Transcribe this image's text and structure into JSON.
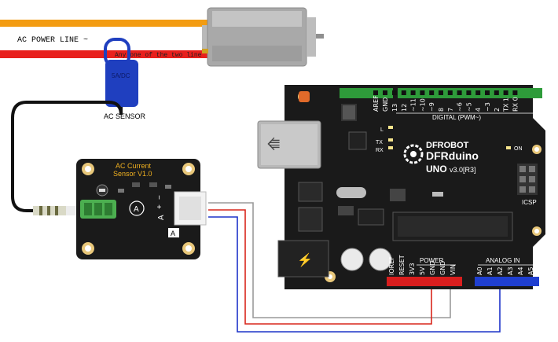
{
  "labels": {
    "ac_power_line": "AC POWER LINE ~",
    "any_one_line": "Any one of the two line",
    "clamp_rating": "5A/DC",
    "ac_sensor": "AC SENSOR"
  },
  "sensor_board": {
    "title_line1": "AC Current",
    "title_line2": "Sensor V1.0",
    "pin_a": "A",
    "pin_plus": "+",
    "pin_minus": "−",
    "signal_label": "A",
    "circle_label": "A"
  },
  "arduino": {
    "brand": "DFROBOT",
    "model": "DFRduino",
    "variant": "UNO",
    "version": "v3.0[R3]",
    "digital_label": "DIGITAL (PWM~)",
    "on_label": "ON",
    "icsp_label": "ICSP",
    "tx_label": "TX",
    "rx_label": "RX",
    "l_label": "L",
    "power_label": "POWER",
    "analog_label": "ANALOG IN",
    "digital_pins": [
      "AREF",
      "GND",
      "13",
      "12",
      "~11",
      "~10",
      "~9",
      "8",
      "7",
      "~6",
      "~5",
      "4",
      "~3",
      "2",
      "TX 1",
      "RX 0"
    ],
    "power_pins": [
      "IOREF",
      "RESET",
      "3V3",
      "5V",
      "GND",
      "GND",
      "VIN"
    ],
    "analog_pins": [
      "A0",
      "A1",
      "A2",
      "A3",
      "A4",
      "A5"
    ]
  },
  "colors": {
    "power_line_orange": "#f39c12",
    "power_line_red": "#e8201d",
    "clamp_blue": "#1f3fbf",
    "board_black": "#1a1a1a",
    "wire_red": "#d9261c",
    "wire_blue": "#1d33c9",
    "wire_gray": "#9a9a9a",
    "header_green": "#2e9b3a",
    "header_red": "#d91e1e",
    "header_blue": "#1f3fd0"
  }
}
